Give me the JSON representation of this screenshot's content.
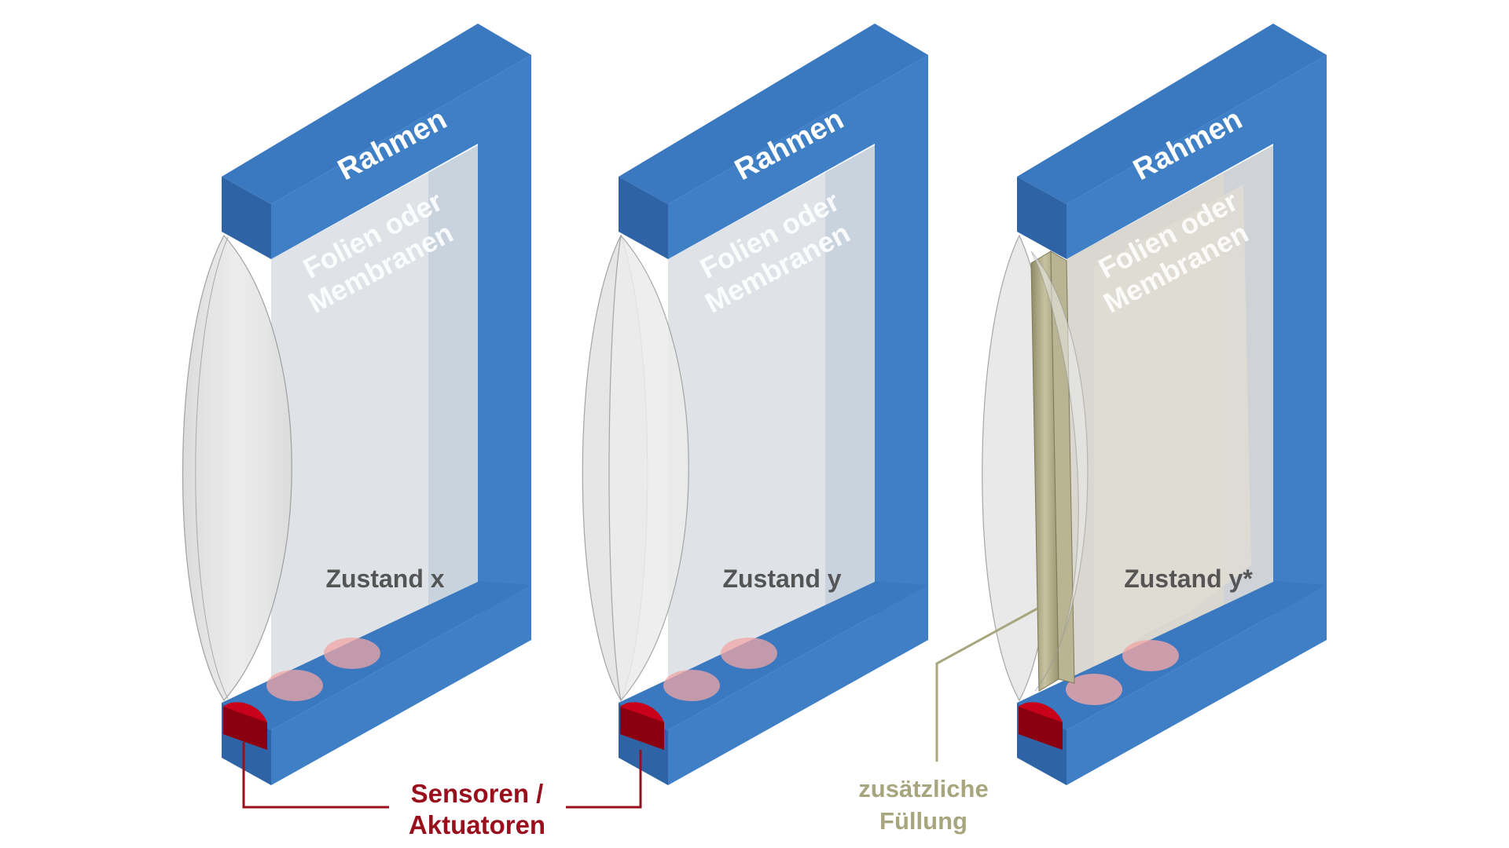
{
  "frame_label": "Rahmen",
  "membrane_label_line1": "Folien oder",
  "membrane_label_line2": "Membranen",
  "panels": [
    {
      "state_label": "Zustand x",
      "has_filling": false
    },
    {
      "state_label": "Zustand y",
      "has_filling": false
    },
    {
      "state_label": "Zustand y*",
      "has_filling": true
    }
  ],
  "callouts": {
    "sensors_line1": "Sensoren /",
    "sensors_line2": "Aktuatoren",
    "filling_line1": "zusätzliche",
    "filling_line2": "Füllung"
  },
  "colors": {
    "frame_blue": "#3f7fc6",
    "frame_blue_top": "#3a78c0",
    "frame_blue_dark": "#2e64a6",
    "sensor_red": "#c8001a",
    "sensor_dark": "#8a0010",
    "callout_red": "#9a0f1c",
    "filling_olive": "#a39e78",
    "filling_label": "#a8a67e",
    "state_text": "#555555",
    "membrane_text": "#ffffff"
  }
}
